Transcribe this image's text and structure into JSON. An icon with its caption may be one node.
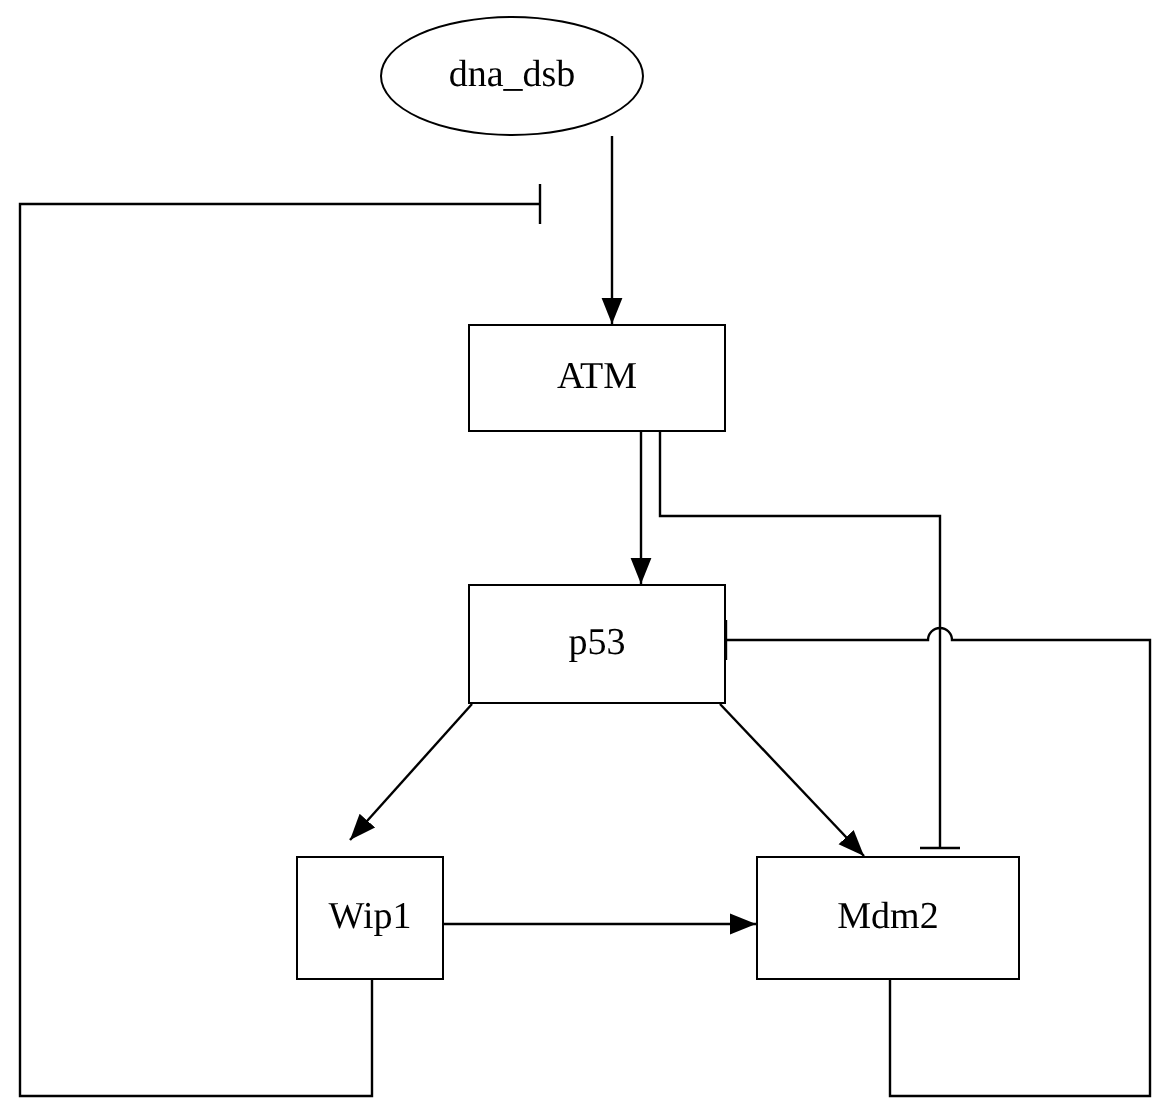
{
  "diagram": {
    "nodes": [
      {
        "text": [
          "dna_dsb"
        ]
      },
      {
        "text": [
          "ATM"
        ]
      },
      {
        "text": [
          "p53"
        ]
      },
      {
        "text": [
          "Wip1"
        ]
      },
      {
        "text": [
          "Mdm2"
        ]
      }
    ],
    "edges": [
      {
        "from": 0,
        "to": 1,
        "arrow": "to"
      },
      {
        "from": 1,
        "to": 2,
        "arrow": "to"
      },
      {
        "from": 2,
        "to": 3,
        "arrow": "to"
      },
      {
        "from": 2,
        "to": 4,
        "arrow": "to"
      },
      {
        "from": 3,
        "to": 4,
        "arrow": "to"
      },
      {
        "from": 1,
        "to": 4,
        "arrow": "other"
      },
      {
        "from": 3,
        "to": null,
        "arrow": "other"
      },
      {
        "from": 4,
        "to": 2,
        "arrow": "other"
      }
    ]
  }
}
